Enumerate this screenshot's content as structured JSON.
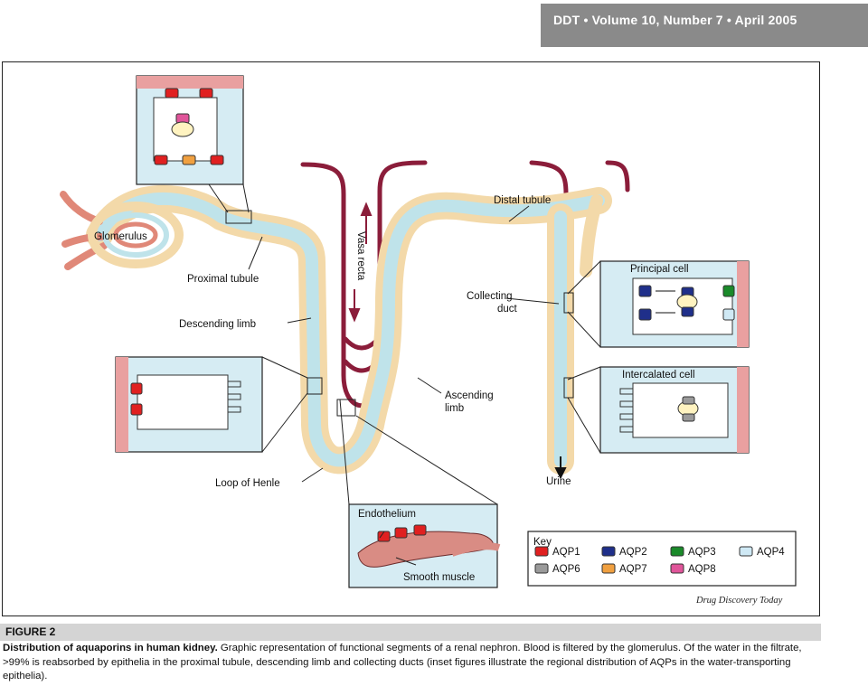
{
  "header": {
    "journal_line": "DDT • Volume 10, Number 7 • April 2005"
  },
  "figure": {
    "labels": {
      "glomerulus": "Glomerulus",
      "proximal_tubule": "Proximal tubule",
      "descending_limb": "Descending limb",
      "loop_of_henle": "Loop of Henle",
      "vasa_recta": "Vasa recta",
      "distal_tubule": "Distal tubule",
      "collecting_duct_line1": "Collecting",
      "collecting_duct_line2": "duct",
      "ascending_limb_line1": "Ascending",
      "ascending_limb_line2": "limb",
      "urine": "Urine",
      "principal_cell": "Principal cell",
      "intercalated_cell": "Intercalated cell",
      "endothelium": "Endothelium",
      "smooth_muscle": "Smooth muscle"
    },
    "key": {
      "title": "Key",
      "items": [
        {
          "label": "AQP1",
          "color": "#e02020"
        },
        {
          "label": "AQP2",
          "color": "#1f2f8a"
        },
        {
          "label": "AQP3",
          "color": "#1a8a2a"
        },
        {
          "label": "AQP4",
          "color": "#cfe9f5"
        },
        {
          "label": "AQP6",
          "color": "#9a9a9a"
        },
        {
          "label": "AQP7",
          "color": "#f0a040"
        },
        {
          "label": "AQP8",
          "color": "#e0559a"
        }
      ]
    },
    "credit": "Drug Discovery Today"
  },
  "caption": {
    "label": "FIGURE 2",
    "title": "Distribution of aquaporins in human kidney.",
    "body": " Graphic representation of functional segments of a renal nephron. Blood is filtered by the glomerulus. Of the water in the filtrate, >99% is reabsorbed by epithelia in the proximal tubule, descending limb and collecting ducts (inset figures illustrate the regional distribution of AQPs in the water-transporting epithelia)."
  },
  "colors": {
    "tubule_fill": "#f3d9a9",
    "lumen_fill": "#bfe3ea",
    "vessel": "#8b1d3a",
    "glomerulus": "#e08878",
    "inset_bg": "#d6ecf3",
    "inset_edge": "#e9a0a0"
  }
}
